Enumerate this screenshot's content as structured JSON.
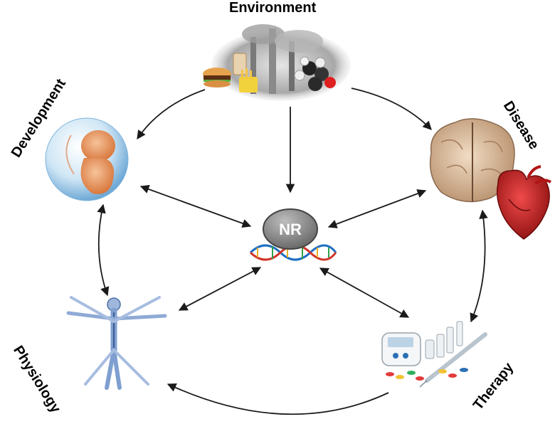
{
  "labels": {
    "environment": "Environment",
    "development": "Development",
    "disease": "Disease",
    "physiology": "Physiology",
    "therapy": "Therapy"
  },
  "center": {
    "label": "NR"
  },
  "icons": {
    "environment": "environment-pollution-food-chemical-icon",
    "development": "fetus-icon",
    "disease": "brain-and-heart-icon",
    "physiology": "human-body-vitruvian-icon",
    "therapy": "drugs-and-medical-devices-icon",
    "center": "nuclear-receptor-dna-icon"
  },
  "colors": {
    "arrow": "#1a1a1a",
    "nr_fill": "#8c8c8c",
    "label": "#000000"
  }
}
